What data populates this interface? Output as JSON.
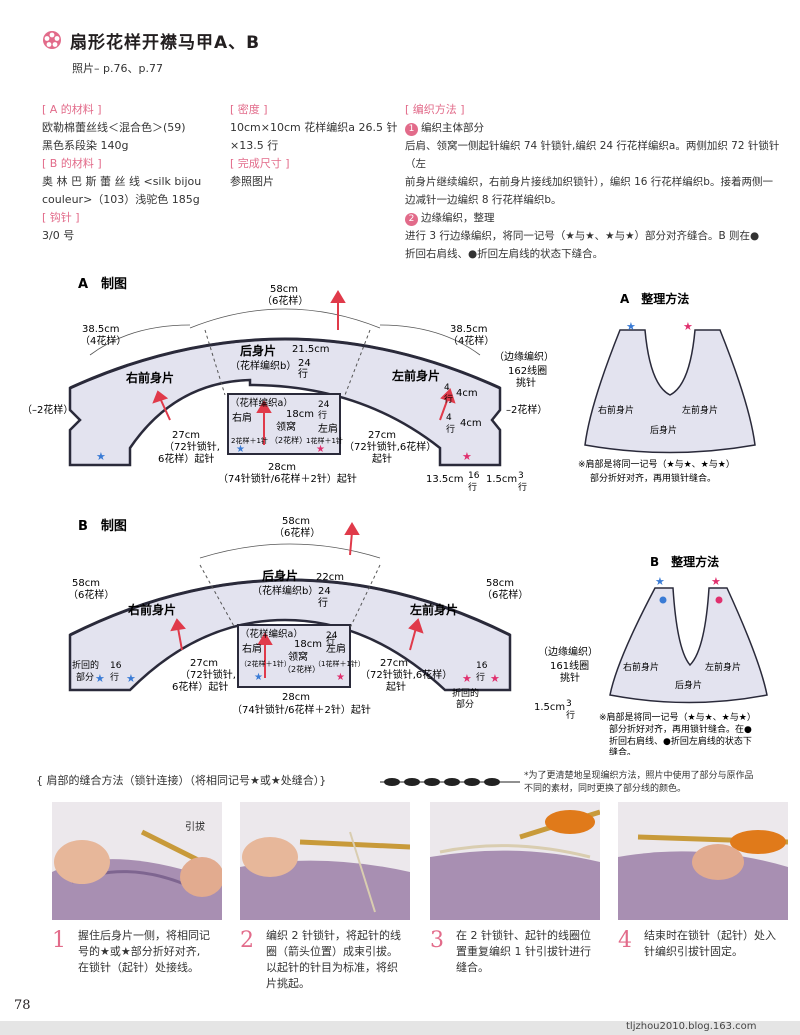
{
  "header": {
    "title": "扇形花样开襟马甲A、B",
    "photo_ref": "照片– p.76、p.77"
  },
  "materials": {
    "a_label": "[ A 的材料 ]",
    "a_line1": "欧勒棉蕾丝线＜混合色＞(59)",
    "a_line2": "黑色系段染 140g",
    "b_label": "[ B 的材料 ]",
    "b_line1": "奥 林 巴 斯 蕾 丝 线 <silk bijou",
    "b_line2": "couleur>（103）浅驼色 185g",
    "hook_label": "[ 钩针 ]",
    "hook_value": "3/0 号"
  },
  "gauge": {
    "label": "[ 密度 ]",
    "line1": "10cm×10cm 花样编织a 26.5 针",
    "line2": "×13.5 行",
    "size_label": "[ 完成尺寸 ]",
    "size_value": "参照图片"
  },
  "method": {
    "label": "[ 编织方法 ]",
    "step1_num": "1",
    "step1_title": "编织主体部分",
    "step1_line1": "后肩、领窝一侧起针编织 74 针锁针,编织 24 行花样编织a。两侧加织 72 针锁针（左",
    "step1_line2": "前身片继续编织，右前身片接线加织锁针），编织 16 行花样编织b。接着两侧一",
    "step1_line3": "边减针一边编织 8 行花样编织b。",
    "step2_num": "2",
    "step2_title": "边缘编织，整理",
    "step2_line1": "进行 3 行边缘编织，将同一记号（★与★、★与★）部分对齐缝合。B 则在●",
    "step2_line2": "折回右肩线、●折回左肩线的状态下缝合。"
  },
  "diagram_a": {
    "title": "A　制图",
    "top_width": "58cm",
    "top_pattern": "（6花样）",
    "left_width": "38.5cm",
    "left_pattern": "（4花样）",
    "right_width": "38.5cm",
    "right_pattern": "（4花样）",
    "back": "后身片",
    "back_sub": "（花样编织b）",
    "back_cm": "21.5cm",
    "back_rows": "24",
    "back_rows_unit": "行",
    "right_front": "右前身片",
    "left_front": "左前身片",
    "minus_left": "（–2花样）",
    "minus_right": "–2花样）",
    "edge_label": "（边缘编织）",
    "edge_loops": "162线圈",
    "edge_pick": "挑针",
    "pattern_a": "（花样编织a）",
    "right_shoulder": "右肩",
    "left_shoulder": "左肩",
    "neck": "领窝",
    "neck_sub": "（2花样）",
    "cm18": "18cm",
    "rows24": "24",
    "rows24_unit": "行",
    "side_l": "2花样＋1针",
    "side_r": "1花样＋1针",
    "cm27_l": "27cm",
    "cm27_l_sub": "（72针锁针,",
    "cm27_l_sub2": "6花样）起针",
    "cm27_r": "27cm",
    "cm27_r_sub": "（72针锁针,6花样）",
    "cm27_r_sub2": "起针",
    "cm4a": "4cm",
    "rows4a": "4",
    "rows4a_unit": "行",
    "cm4b": "4cm",
    "rows4b": "4",
    "rows4b_unit": "行",
    "bottom_cm": "28cm",
    "bottom_sub": "（74针锁针/6花样＋2针）起针",
    "cm135": "13.5cm",
    "rows16": "16",
    "rows16_unit": "行",
    "cm15": "1.5cm",
    "rows3": "3",
    "rows3_unit": "行"
  },
  "finishing_a": {
    "title": "A　整理方法",
    "right_front": "右前身片",
    "left_front": "左前身片",
    "back": "后身片",
    "note1": "※肩部是将同一记号（★与★、★与★）",
    "note2": "部分折好对齐，再用锁针缝合。"
  },
  "diagram_b": {
    "title": "B　制图",
    "top_width": "58cm",
    "top_pattern": "（6花样）",
    "left_width": "58cm",
    "left_pattern": "（6花样）",
    "right_width": "58cm",
    "right_pattern": "（6花样）",
    "back": "后身片",
    "back_sub": "（花样编织b）",
    "back_cm": "22cm",
    "back_rows": "24",
    "back_rows_unit": "行",
    "right_front": "右前身片",
    "left_front": "左前身片",
    "fold_l1": "折回的",
    "fold_l2": "部分",
    "fold_r1": "折回的",
    "fold_r2": "部分",
    "rows16_l": "16",
    "rows16_l_unit": "行",
    "rows16_r": "16",
    "rows16_r_unit": "行",
    "pattern_a": "（花样编织a）",
    "right_shoulder": "右肩",
    "left_shoulder": "左肩",
    "neck": "领窝",
    "neck_sub": "（2花样）",
    "side_l": "（2花样＋1针）",
    "side_r": "（1花样＋1针）",
    "cm18": "18cm",
    "rows24": "24",
    "rows24_unit": "行",
    "cm27_l": "27cm",
    "cm27_l_sub": "（72针锁针,",
    "cm27_l_sub2": "6花样）起针",
    "cm27_r": "27cm",
    "cm27_r_sub": "（72针锁针,6花样）",
    "cm27_r_sub2": "起针",
    "edge_label": "（边缘编织）",
    "edge_loops": "161线圈",
    "edge_pick": "挑针",
    "bottom_cm": "28cm",
    "bottom_sub": "（74针锁针/6花样＋2针）起针",
    "cm15": "1.5cm",
    "rows3": "3",
    "rows3_unit": "行"
  },
  "finishing_b": {
    "title": "B　整理方法",
    "right_front": "右前身片",
    "left_front": "左前身片",
    "back": "后身片",
    "note1": "※肩部是将同一记号（★与★、★与★）",
    "note2": "部分折好对齐，再用锁针缝合。在●",
    "note3": "折回右肩线、●折回左肩线的状态下",
    "note4": "缝合。"
  },
  "seam": {
    "heading": "{ 肩部的缝合方法（锁针连接）（将相同记号★或★处缝合）}",
    "note1": "*为了更清楚地呈现编织方法，照片中使用了部分与原作品",
    "note2": "不同的素材，同时更换了部分线的颜色。",
    "photo1_label": "引拔",
    "steps": [
      {
        "num": "1",
        "l1": "握住后身片一侧，将相同记",
        "l2": "号的★或★部分折好对齐,",
        "l3": "在锁针（起针）处接线。",
        "l4": ""
      },
      {
        "num": "2",
        "l1": "编织 2 针锁针，将起针的线",
        "l2": "圈（箭头位置）成束引拔。",
        "l3": "以起针的针目为标准，将织",
        "l4": "片挑起。"
      },
      {
        "num": "3",
        "l1": "在 2 针锁针、起针的线圈位",
        "l2": "置重复编织 1 针引拔针进行",
        "l3": "缝合。",
        "l4": ""
      },
      {
        "num": "4",
        "l1": "结束时在锁针（起针）处入",
        "l2": "针编织引拔针固定。",
        "l3": "",
        "l4": ""
      }
    ]
  },
  "footer": {
    "page": "78",
    "site": "tljzhou2010.blog.163.com"
  },
  "colors": {
    "accent": "#e26b8a",
    "fabric": "#e3e3ef",
    "border": "#2a2a3a",
    "arrow": "#e03a4a",
    "star_blue": "#3a7bd5",
    "star_pink": "#e0306e"
  }
}
